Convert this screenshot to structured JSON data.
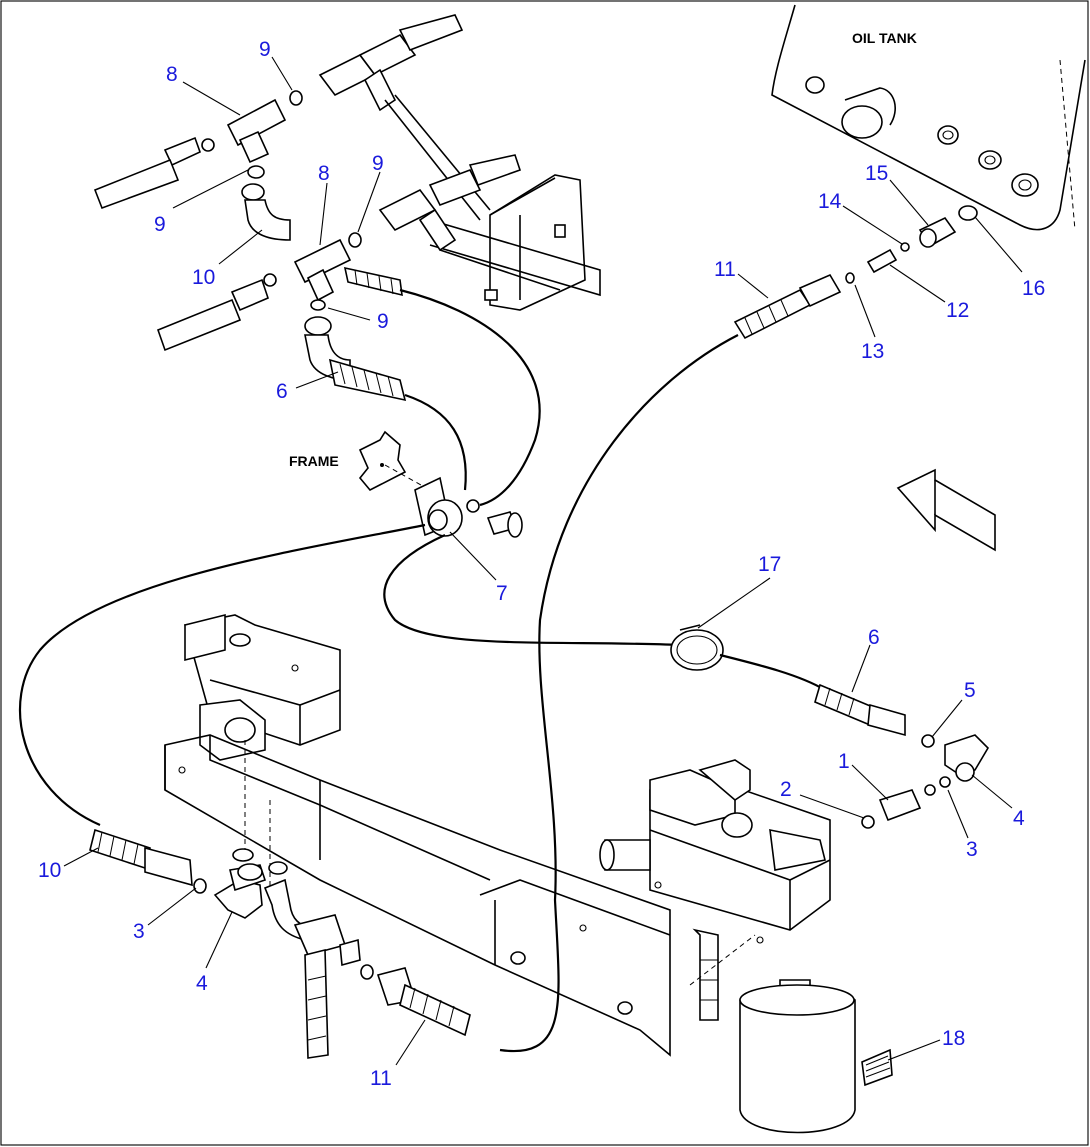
{
  "labels": {
    "oil_tank": "OIL TANK",
    "frame": "FRAME"
  },
  "callouts": [
    {
      "id": "c1",
      "text": "1"
    },
    {
      "id": "c2",
      "text": "2"
    },
    {
      "id": "c3a",
      "text": "3"
    },
    {
      "id": "c3b",
      "text": "3"
    },
    {
      "id": "c4a",
      "text": "4"
    },
    {
      "id": "c4b",
      "text": "4"
    },
    {
      "id": "c5",
      "text": "5"
    },
    {
      "id": "c6a",
      "text": "6"
    },
    {
      "id": "c6b",
      "text": "6"
    },
    {
      "id": "c7",
      "text": "7"
    },
    {
      "id": "c8a",
      "text": "8"
    },
    {
      "id": "c8b",
      "text": "8"
    },
    {
      "id": "c9a",
      "text": "9"
    },
    {
      "id": "c9b",
      "text": "9"
    },
    {
      "id": "c9c",
      "text": "9"
    },
    {
      "id": "c9d",
      "text": "9"
    },
    {
      "id": "c10a",
      "text": "10"
    },
    {
      "id": "c10b",
      "text": "10"
    },
    {
      "id": "c11a",
      "text": "11"
    },
    {
      "id": "c11b",
      "text": "11"
    },
    {
      "id": "c12",
      "text": "12"
    },
    {
      "id": "c13",
      "text": "13"
    },
    {
      "id": "c14",
      "text": "14"
    },
    {
      "id": "c15",
      "text": "15"
    },
    {
      "id": "c16",
      "text": "16"
    },
    {
      "id": "c17",
      "text": "17"
    },
    {
      "id": "c18",
      "text": "18"
    }
  ],
  "colors": {
    "callout": "#1a1adc",
    "ink": "#000000",
    "paper": "#ffffff"
  }
}
